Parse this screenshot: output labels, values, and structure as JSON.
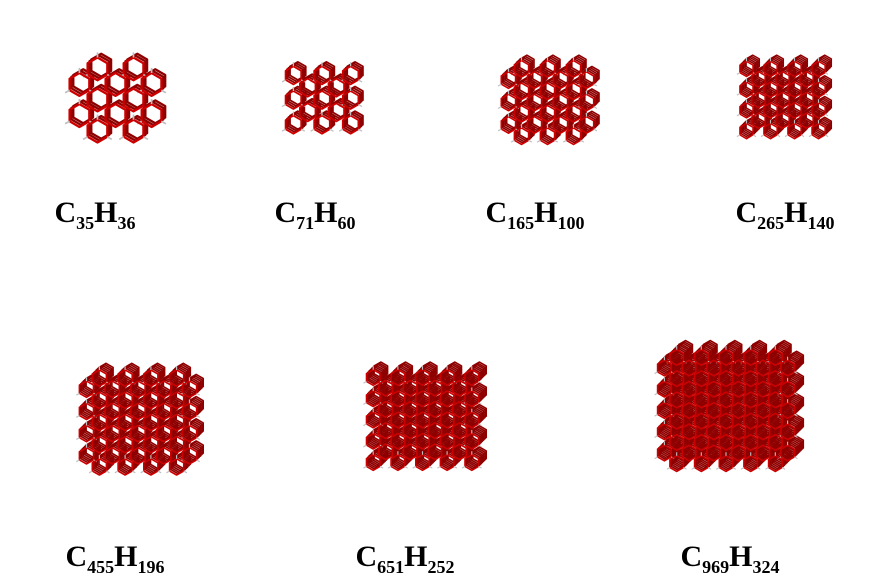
{
  "colors": {
    "carbon_bond": "#cc0000",
    "carbon_bond_dark": "#8e0000",
    "hydrogen_bond": "#bfbfbf",
    "background": "#ffffff",
    "label_text": "#000000"
  },
  "clusters": [
    {
      "c": "35",
      "h": "36",
      "grid": 4,
      "depth": 3
    },
    {
      "c": "71",
      "h": "60",
      "grid": 5,
      "depth": 4
    },
    {
      "c": "165",
      "h": "100",
      "grid": 6,
      "depth": 5
    },
    {
      "c": "265",
      "h": "140",
      "grid": 7,
      "depth": 6
    },
    {
      "c": "455",
      "h": "196",
      "grid": 8,
      "depth": 6
    },
    {
      "c": "651",
      "h": "252",
      "grid": 9,
      "depth": 7
    },
    {
      "c": "969",
      "h": "324",
      "grid": 10,
      "depth": 8
    }
  ],
  "element_symbols": {
    "carbon": "C",
    "hydrogen": "H"
  }
}
